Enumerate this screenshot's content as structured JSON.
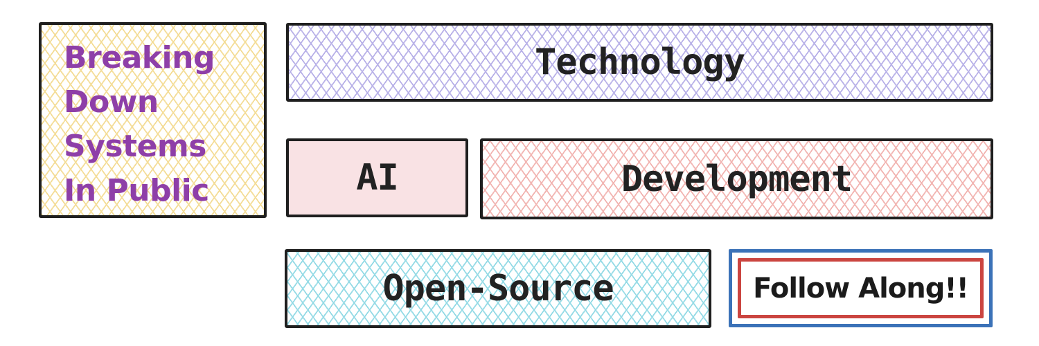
{
  "canvas": {
    "background": "#ffffff",
    "outline_color": "#1f1f1f"
  },
  "brand_card": {
    "lines": [
      "Breaking",
      "Down",
      "Systems",
      "In Public"
    ],
    "text_color": "#8e3fa8",
    "hatch_color": "#f4dd98"
  },
  "topic_boxes": [
    {
      "id": "technology",
      "label": "Technology",
      "fill_style": "hatch",
      "hatch_color": "#b9b2e8"
    },
    {
      "id": "ai",
      "label": "AI",
      "fill_style": "solid",
      "fill_color": "#f9e2e4"
    },
    {
      "id": "development",
      "label": "Development",
      "fill_style": "hatch",
      "hatch_color": "#f2b5b2"
    },
    {
      "id": "opensource",
      "label": "Open-Source",
      "fill_style": "hatch",
      "hatch_color": "#96dbe6"
    }
  ],
  "label_color": "#222222",
  "follow_badge": {
    "label": "Follow Along!!",
    "outer_border_color": "#3b72b8",
    "inner_border_color": "#cb4540",
    "text_color": "#1b1b1b"
  }
}
